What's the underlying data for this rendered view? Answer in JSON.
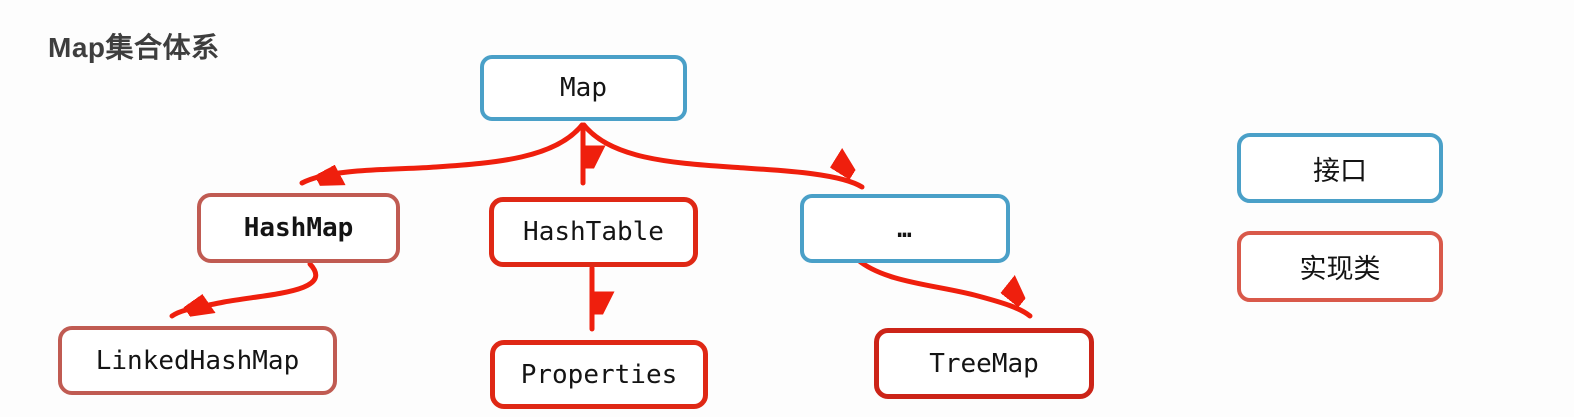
{
  "title": "Map集合体系",
  "colors": {
    "background": "#fdfdfd",
    "title_text": "#3e3e3e",
    "node_text": "#141414",
    "interface_border": "#4aa0c8",
    "impl_muted_border": "#c05b52",
    "impl_bright_border": "#df2815",
    "impl_dark_border": "#cc2418",
    "legend_impl_border": "#d9594a",
    "arrow": "#ef1f0d"
  },
  "nodes": [
    {
      "id": "map",
      "label": "Map",
      "type": "interface"
    },
    {
      "id": "hashmap",
      "label": "HashMap",
      "type": "implementation"
    },
    {
      "id": "hashtable",
      "label": "HashTable",
      "type": "implementation"
    },
    {
      "id": "more",
      "label": "…",
      "type": "interface"
    },
    {
      "id": "linkedhashmap",
      "label": "LinkedHashMap",
      "type": "implementation"
    },
    {
      "id": "properties",
      "label": "Properties",
      "type": "implementation"
    },
    {
      "id": "treemap",
      "label": "TreeMap",
      "type": "implementation"
    }
  ],
  "edges": [
    {
      "from": "Map",
      "to": "HashMap"
    },
    {
      "from": "Map",
      "to": "HashTable"
    },
    {
      "from": "Map",
      "to": "…"
    },
    {
      "from": "HashMap",
      "to": "LinkedHashMap"
    },
    {
      "from": "HashTable",
      "to": "Properties"
    },
    {
      "from": "…",
      "to": "TreeMap"
    }
  ],
  "legend": {
    "interface_label": "接口",
    "implementation_label": "实现类"
  }
}
